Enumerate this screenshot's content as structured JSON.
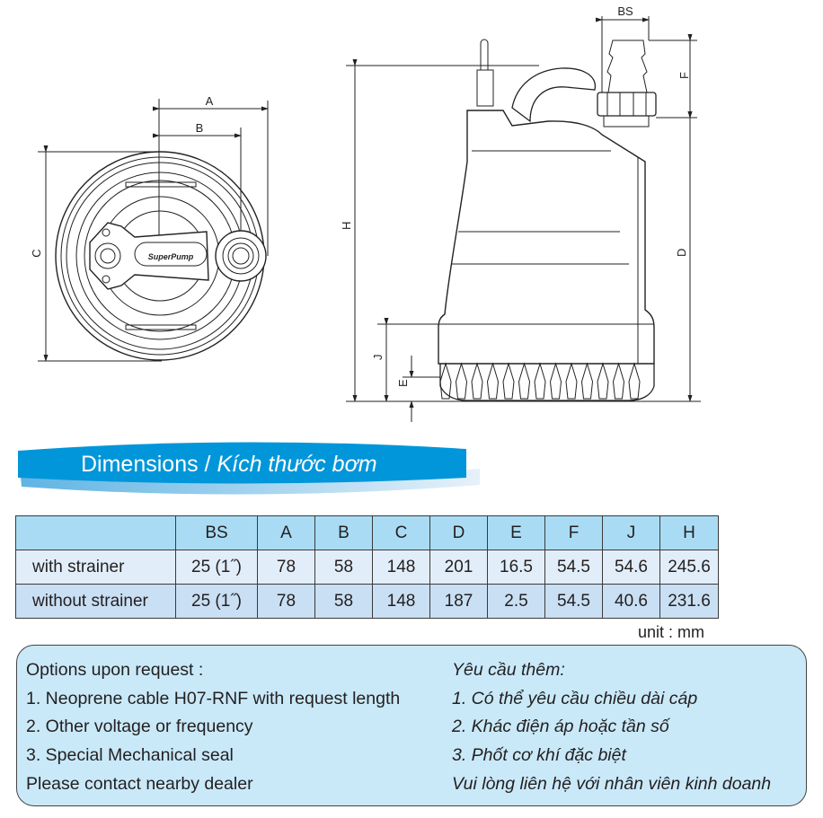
{
  "drawing": {
    "top_view_labels": {
      "a": "A",
      "b": "B",
      "c": "C"
    },
    "logo_text": "SuperPump",
    "side_view_labels": {
      "bs": "BS",
      "f": "F",
      "h": "H",
      "d": "D",
      "j": "J",
      "e": "E"
    }
  },
  "banner": {
    "title_en": "Dimensions /",
    "title_vi": "Kích thước bơm",
    "color": "#0096d9"
  },
  "table": {
    "headers": [
      "",
      "BS",
      "A",
      "B",
      "C",
      "D",
      "E",
      "F",
      "J",
      "H"
    ],
    "rows": [
      [
        "with strainer",
        "25 (1˝)",
        "78",
        "58",
        "148",
        "201",
        "16.5",
        "54.5",
        "54.6",
        "245.6"
      ],
      [
        "without strainer",
        "25 (1˝)",
        "78",
        "58",
        "148",
        "187",
        "2.5",
        "54.5",
        "40.6",
        "231.6"
      ]
    ],
    "unit": "unit : mm"
  },
  "options": {
    "en": [
      "Options upon request :",
      "1. Neoprene cable H07-RNF with request length",
      "2. Other voltage or frequency",
      "3. Special Mechanical seal",
      "Please contact nearby dealer"
    ],
    "vi": [
      "Yêu cầu thêm:",
      "1. Có thể yêu cầu chiều dài cáp",
      "2. Khác điện áp hoặc tần số",
      "3. Phốt cơ khí đặc biệt",
      "Vui lòng liên hệ với nhân viên kinh doanh"
    ]
  }
}
